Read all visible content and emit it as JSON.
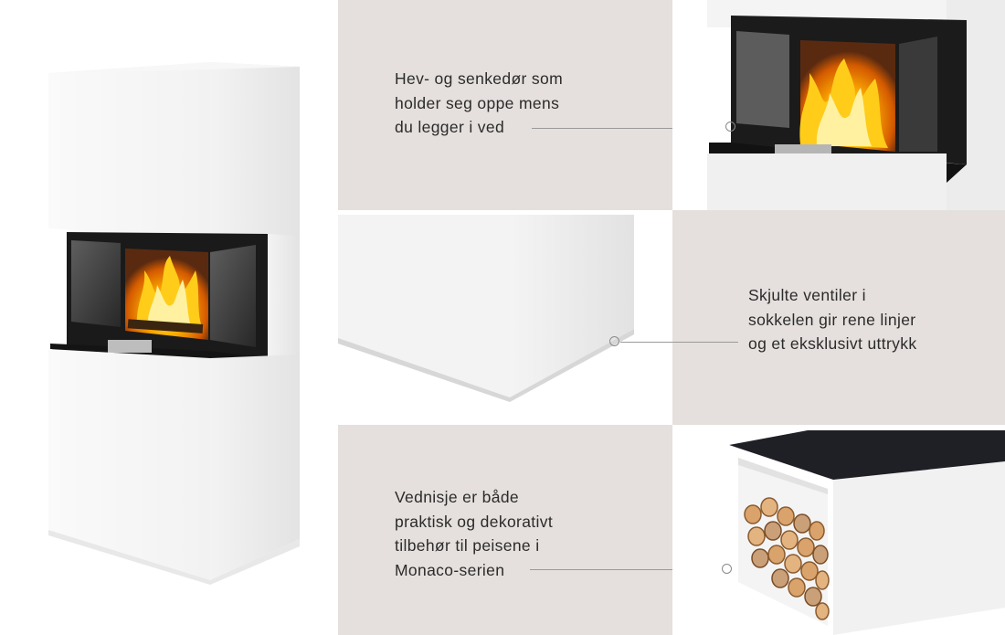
{
  "captions": {
    "door": {
      "lines": [
        "Hev- og senkedør som",
        "holder seg oppe mens",
        "du legger i ved"
      ]
    },
    "vents": {
      "lines": [
        "Skjulte ventiler i",
        "sokkelen gir rene linjer",
        "og et eksklusivt uttrykk"
      ]
    },
    "wood": {
      "lines": [
        "Vednisje er både",
        "praktisk og dekorativt",
        "tilbehør til peisene i",
        "Monaco-serien"
      ]
    }
  },
  "colors": {
    "panel_beige": "#e5e0dd",
    "stove_white": "#ffffff",
    "glass_dark": "#1c1c1c",
    "flame_orange": "#f5a300",
    "top_plate": "#1f2026"
  }
}
